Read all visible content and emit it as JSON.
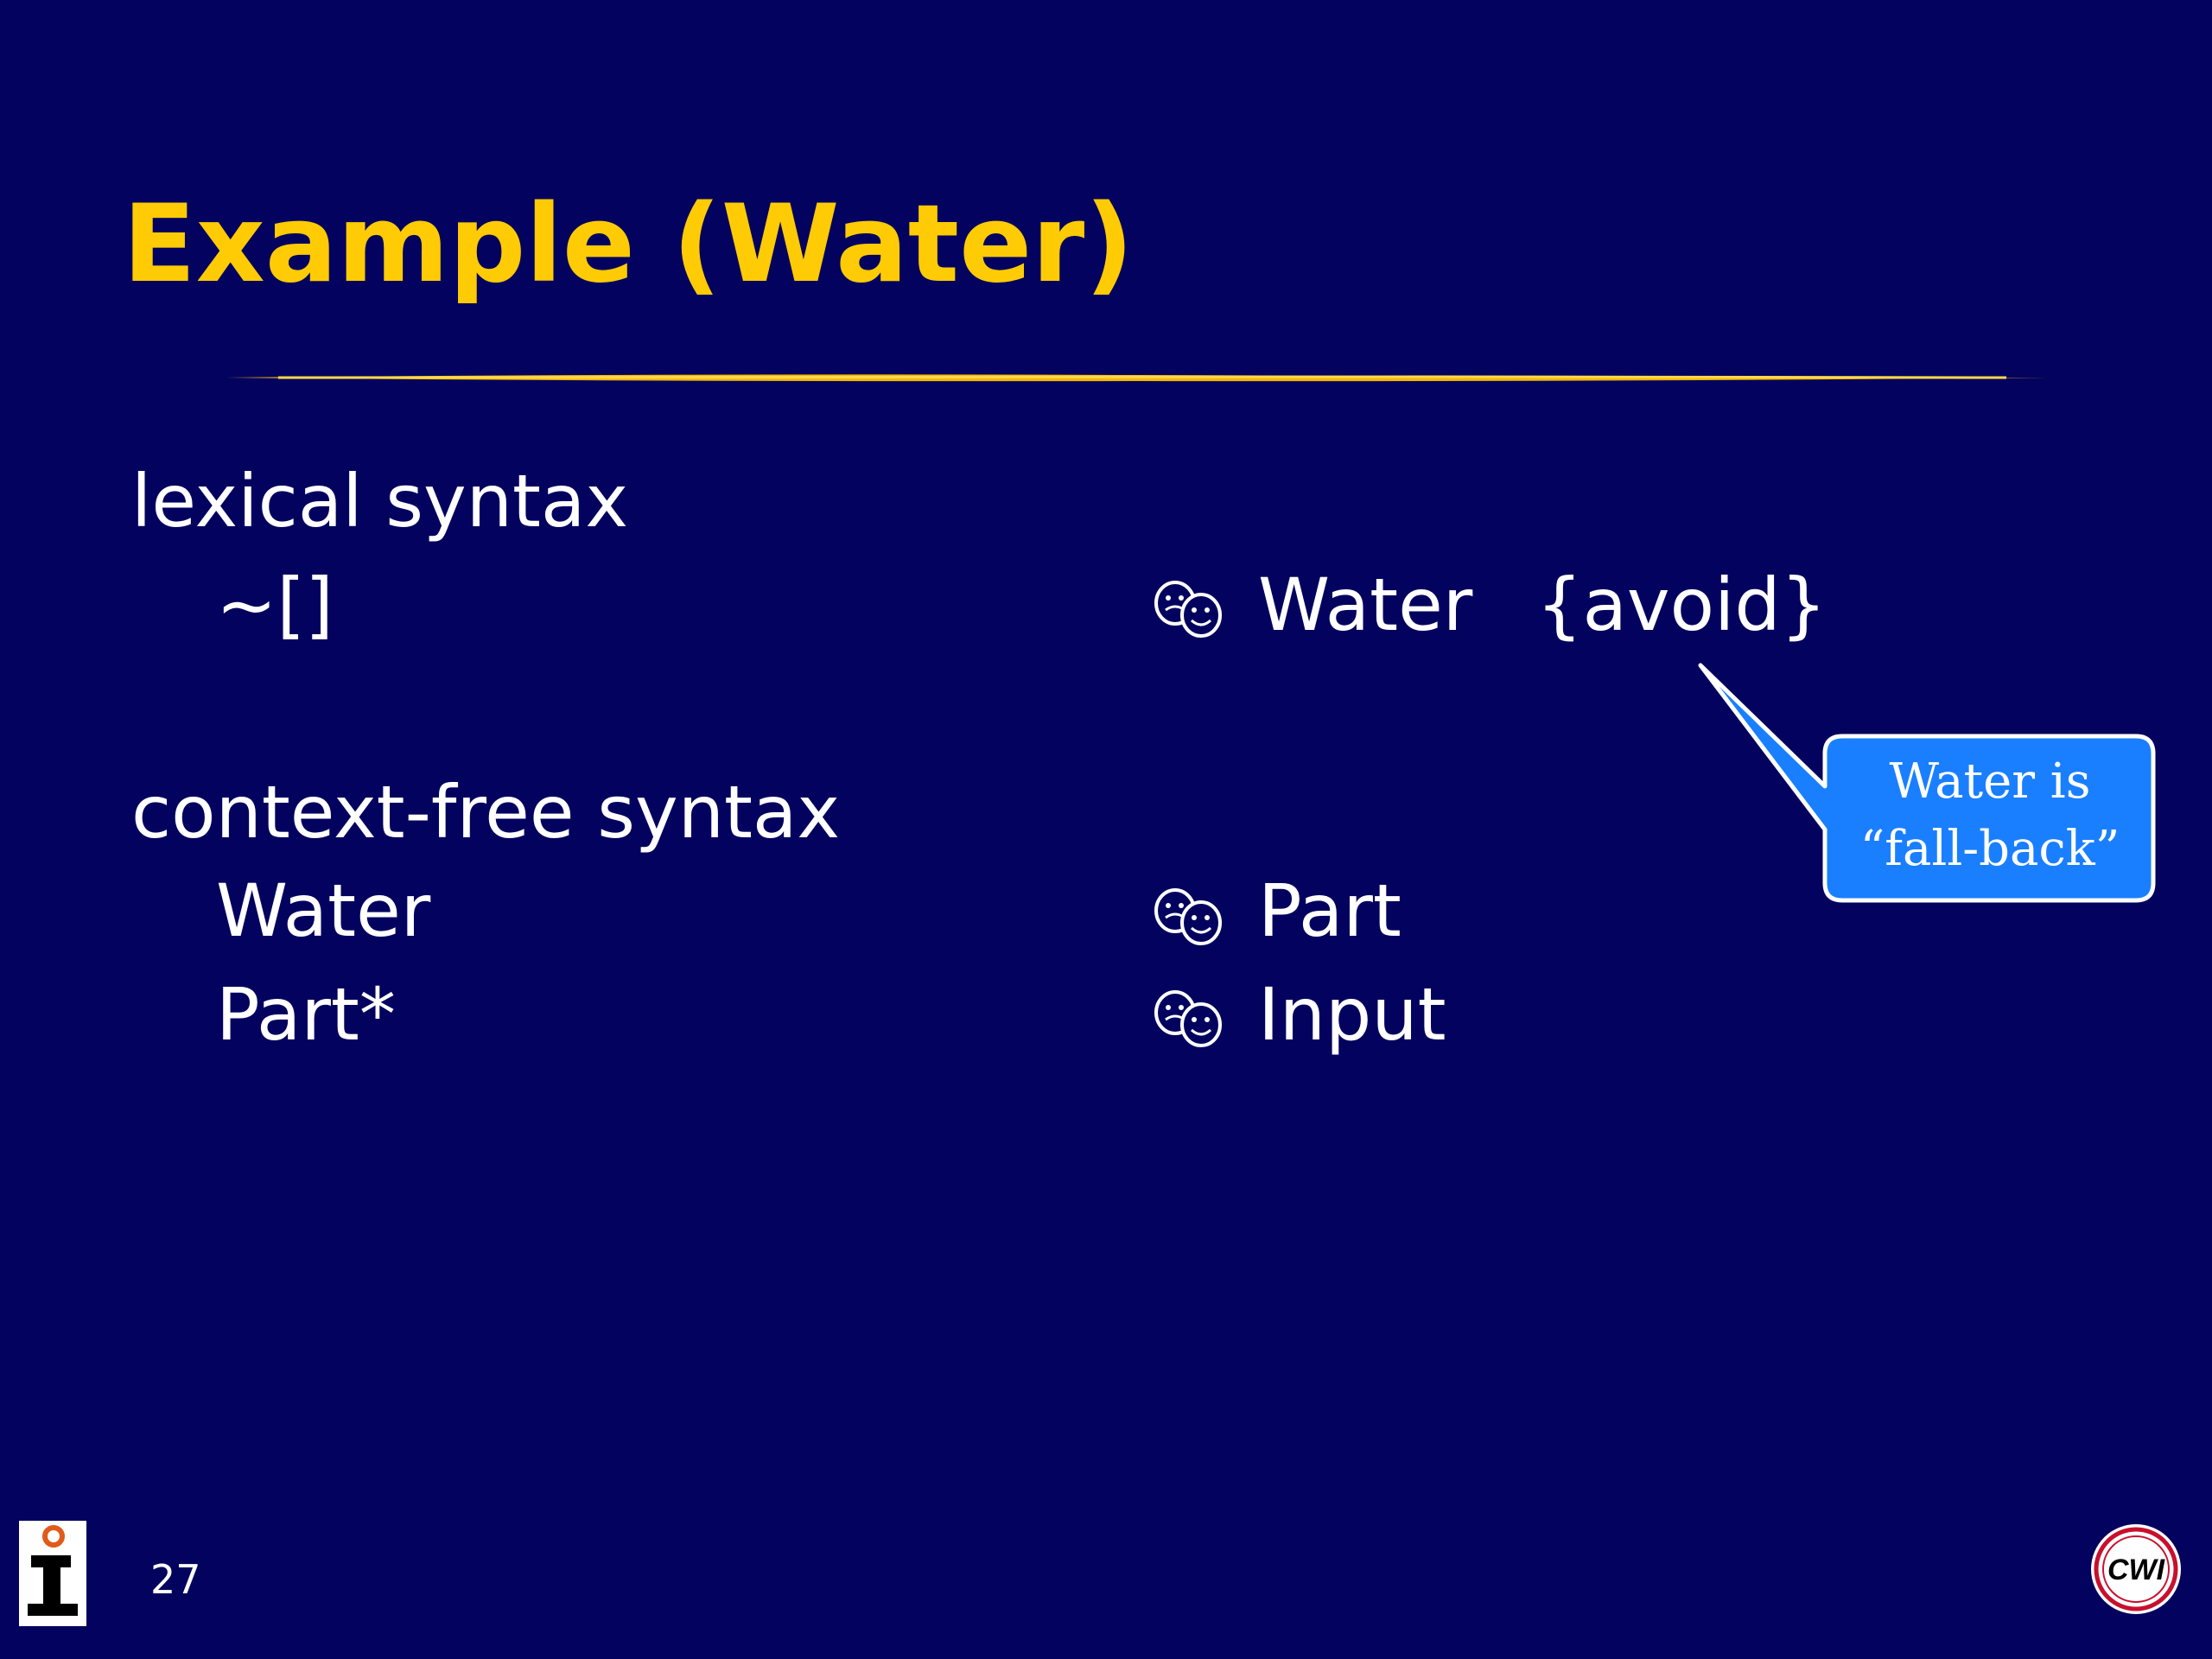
{
  "title": "Example (Water)",
  "left_column": {
    "lexical_heading": "lexical syntax",
    "lexical_rule": "~[]",
    "cf_heading": "context-free syntax",
    "cf_rule_1": "Water",
    "cf_rule_2": "Part*"
  },
  "right_column": {
    "lexical_result_sort": "Water",
    "lexical_result_attr": "{avoid}",
    "cf_result_1": "Part",
    "cf_result_2": "Input"
  },
  "callout": {
    "line1": "Water is",
    "line2": "“fall-back”"
  },
  "page_number": "27",
  "logo_right_text": "CWI",
  "colors": {
    "background": "#03035f",
    "title": "#ffcb05",
    "text": "#ffffff",
    "callout_fill": "#1a7fff"
  },
  "icons": {
    "bullet": "theater-masks-icon"
  }
}
